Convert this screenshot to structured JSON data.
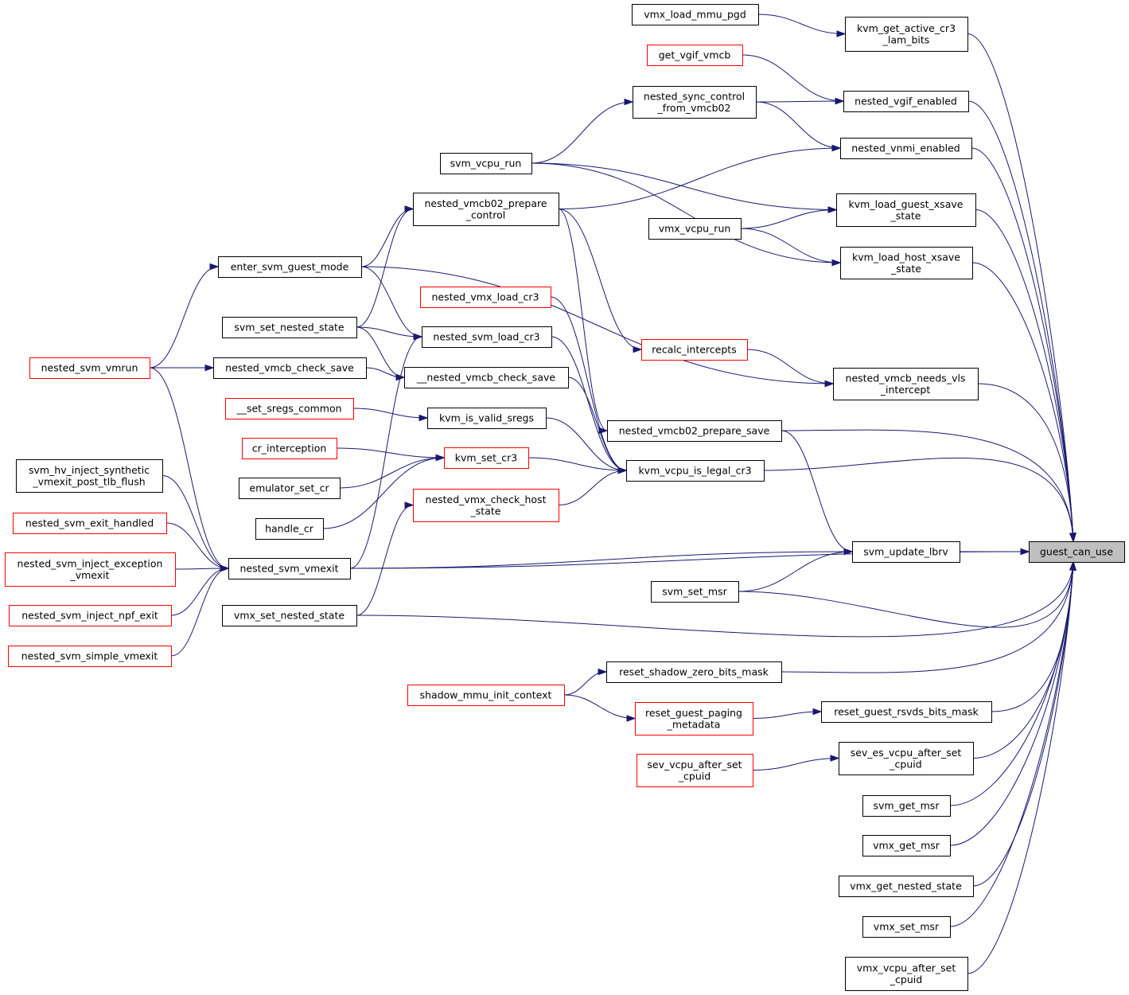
{
  "colors": {
    "edge": "#191970",
    "node_border": "#000000",
    "node_border_truncated": "#ff0000",
    "target_fill": "#bfbfbf",
    "node_fill": "#ffffff"
  },
  "nodes": [
    {
      "id": "guest_can_use",
      "lines": [
        "guest_can_use"
      ],
      "target": true
    },
    {
      "id": "kvm_get_active_cr3_lam_bits",
      "lines": [
        "kvm_get_active_cr3",
        "_lam_bits"
      ]
    },
    {
      "id": "vmx_load_mmu_pgd",
      "lines": [
        "vmx_load_mmu_pgd"
      ]
    },
    {
      "id": "nested_vgif_enabled",
      "lines": [
        "nested_vgif_enabled"
      ]
    },
    {
      "id": "get_vgif_vmcb",
      "lines": [
        "get_vgif_vmcb"
      ],
      "truncated": true
    },
    {
      "id": "nested_sync_control_from_vmcb02",
      "lines": [
        "nested_sync_control",
        "_from_vmcb02"
      ]
    },
    {
      "id": "svm_vcpu_run",
      "lines": [
        "svm_vcpu_run"
      ]
    },
    {
      "id": "nested_vnmi_enabled",
      "lines": [
        "nested_vnmi_enabled"
      ]
    },
    {
      "id": "nested_vmcb02_prepare_control",
      "lines": [
        "nested_vmcb02_prepare",
        "_control"
      ]
    },
    {
      "id": "enter_svm_guest_mode",
      "lines": [
        "enter_svm_guest_mode"
      ]
    },
    {
      "id": "nested_svm_vmrun",
      "lines": [
        "nested_svm_vmrun"
      ],
      "truncated": true
    },
    {
      "id": "svm_set_nested_state",
      "lines": [
        "svm_set_nested_state"
      ]
    },
    {
      "id": "kvm_load_guest_xsave_state",
      "lines": [
        "kvm_load_guest_xsave",
        "_state"
      ]
    },
    {
      "id": "vmx_vcpu_run",
      "lines": [
        "vmx_vcpu_run"
      ]
    },
    {
      "id": "kvm_load_host_xsave_state",
      "lines": [
        "kvm_load_host_xsave",
        "_state"
      ]
    },
    {
      "id": "nested_vmcb_needs_vls_intercept",
      "lines": [
        "nested_vmcb_needs_vls",
        "_intercept"
      ]
    },
    {
      "id": "recalc_intercepts",
      "lines": [
        "recalc_intercepts"
      ],
      "truncated": true
    },
    {
      "id": "nested_vmcb02_prepare_save",
      "lines": [
        "nested_vmcb02_prepare_save"
      ]
    },
    {
      "id": "nested_svm_load_cr3",
      "lines": [
        "nested_svm_load_cr3"
      ]
    },
    {
      "id": "nested_vmx_load_cr3",
      "lines": [
        "nested_vmx_load_cr3"
      ],
      "truncated": true
    },
    {
      "id": "nested_vmcb_check_save_pub",
      "lines": [
        "nested_vmcb_check_save"
      ]
    },
    {
      "id": "nested_vmcb_check_save_priv",
      "lines": [
        "__nested_vmcb_check_save"
      ]
    },
    {
      "id": "kvm_is_valid_sregs",
      "lines": [
        "kvm_is_valid_sregs"
      ]
    },
    {
      "id": "set_sregs_common",
      "lines": [
        "__set_sregs_common"
      ],
      "truncated": true
    },
    {
      "id": "kvm_vcpu_is_legal_cr3",
      "lines": [
        "kvm_vcpu_is_legal_cr3"
      ]
    },
    {
      "id": "kvm_set_cr3",
      "lines": [
        "kvm_set_cr3"
      ],
      "truncated": true
    },
    {
      "id": "cr_interception",
      "lines": [
        "cr_interception"
      ],
      "truncated": true
    },
    {
      "id": "emulator_set_cr",
      "lines": [
        "emulator_set_cr"
      ]
    },
    {
      "id": "handle_cr",
      "lines": [
        "handle_cr"
      ]
    },
    {
      "id": "nested_vmx_check_host_state",
      "lines": [
        "nested_vmx_check_host",
        "_state"
      ],
      "truncated": true
    },
    {
      "id": "svm_update_lbrv",
      "lines": [
        "svm_update_lbrv"
      ]
    },
    {
      "id": "nested_svm_vmexit",
      "lines": [
        "nested_svm_vmexit"
      ]
    },
    {
      "id": "svm_hv_inject_synthetic_vmexit_post_tlb_flush",
      "lines": [
        "svm_hv_inject_synthetic",
        "_vmexit_post_tlb_flush"
      ]
    },
    {
      "id": "nested_svm_exit_handled",
      "lines": [
        "nested_svm_exit_handled"
      ],
      "truncated": true
    },
    {
      "id": "nested_svm_inject_exception_vmexit",
      "lines": [
        "nested_svm_inject_exception",
        "_vmexit"
      ],
      "truncated": true
    },
    {
      "id": "nested_svm_inject_npf_exit",
      "lines": [
        "nested_svm_inject_npf_exit"
      ],
      "truncated": true
    },
    {
      "id": "nested_svm_simple_vmexit",
      "lines": [
        "nested_svm_simple_vmexit"
      ],
      "truncated": true
    },
    {
      "id": "svm_set_msr",
      "lines": [
        "svm_set_msr"
      ]
    },
    {
      "id": "vmx_set_nested_state",
      "lines": [
        "vmx_set_nested_state"
      ]
    },
    {
      "id": "reset_shadow_zero_bits_mask",
      "lines": [
        "reset_shadow_zero_bits_mask"
      ]
    },
    {
      "id": "shadow_mmu_init_context",
      "lines": [
        "shadow_mmu_init_context"
      ],
      "truncated": true
    },
    {
      "id": "reset_guest_rsvds_bits_mask",
      "lines": [
        "reset_guest_rsvds_bits_mask"
      ]
    },
    {
      "id": "reset_guest_paging_metadata",
      "lines": [
        "reset_guest_paging",
        "_metadata"
      ],
      "truncated": true
    },
    {
      "id": "sev_es_vcpu_after_set_cpuid",
      "lines": [
        "sev_es_vcpu_after_set",
        "_cpuid"
      ]
    },
    {
      "id": "sev_vcpu_after_set_cpuid",
      "lines": [
        "sev_vcpu_after_set",
        "_cpuid"
      ],
      "truncated": true
    },
    {
      "id": "svm_get_msr",
      "lines": [
        "svm_get_msr"
      ]
    },
    {
      "id": "vmx_get_msr",
      "lines": [
        "vmx_get_msr"
      ]
    },
    {
      "id": "vmx_get_nested_state",
      "lines": [
        "vmx_get_nested_state"
      ]
    },
    {
      "id": "vmx_set_msr",
      "lines": [
        "vmx_set_msr"
      ]
    },
    {
      "id": "vmx_vcpu_after_set_cpuid",
      "lines": [
        "vmx_vcpu_after_set",
        "_cpuid"
      ]
    }
  ],
  "edges": [
    {
      "from": "kvm_get_active_cr3_lam_bits",
      "to": "guest_can_use"
    },
    {
      "from": "vmx_load_mmu_pgd",
      "to": "kvm_get_active_cr3_lam_bits"
    },
    {
      "from": "nested_vgif_enabled",
      "to": "guest_can_use"
    },
    {
      "from": "get_vgif_vmcb",
      "to": "nested_vgif_enabled"
    },
    {
      "from": "nested_sync_control_from_vmcb02",
      "to": "nested_vgif_enabled"
    },
    {
      "from": "nested_sync_control_from_vmcb02",
      "to": "nested_vnmi_enabled"
    },
    {
      "from": "svm_vcpu_run",
      "to": "nested_sync_control_from_vmcb02"
    },
    {
      "from": "nested_vnmi_enabled",
      "to": "guest_can_use"
    },
    {
      "from": "nested_vmcb02_prepare_control",
      "to": "nested_vnmi_enabled"
    },
    {
      "from": "enter_svm_guest_mode",
      "to": "nested_vmcb02_prepare_control"
    },
    {
      "from": "nested_svm_vmrun",
      "to": "enter_svm_guest_mode"
    },
    {
      "from": "svm_set_nested_state",
      "to": "nested_vmcb02_prepare_control"
    },
    {
      "from": "kvm_load_guest_xsave_state",
      "to": "guest_can_use"
    },
    {
      "from": "svm_vcpu_run",
      "to": "kvm_load_guest_xsave_state"
    },
    {
      "from": "vmx_vcpu_run",
      "to": "kvm_load_guest_xsave_state"
    },
    {
      "from": "kvm_load_host_xsave_state",
      "to": "guest_can_use"
    },
    {
      "from": "svm_vcpu_run",
      "to": "kvm_load_host_xsave_state"
    },
    {
      "from": "vmx_vcpu_run",
      "to": "kvm_load_host_xsave_state"
    },
    {
      "from": "nested_vmcb_needs_vls_intercept",
      "to": "guest_can_use"
    },
    {
      "from": "recalc_intercepts",
      "to": "nested_vmcb_needs_vls_intercept"
    },
    {
      "from": "nested_vmcb02_prepare_control",
      "to": "recalc_intercepts"
    },
    {
      "from": "enter_svm_guest_mode",
      "to": "nested_vmcb_needs_vls_intercept"
    },
    {
      "from": "nested_vmcb02_prepare_save",
      "to": "guest_can_use"
    },
    {
      "from": "nested_vmcb02_prepare_control",
      "to": "nested_vmcb02_prepare_save"
    },
    {
      "from": "nested_vmcb02_prepare_save",
      "to": "svm_update_lbrv"
    },
    {
      "from": "enter_svm_guest_mode",
      "to": "nested_svm_load_cr3"
    },
    {
      "from": "svm_set_nested_state",
      "to": "nested_svm_load_cr3"
    },
    {
      "from": "nested_svm_vmexit",
      "to": "nested_svm_load_cr3"
    },
    {
      "from": "nested_svm_load_cr3",
      "to": "kvm_vcpu_is_legal_cr3"
    },
    {
      "from": "nested_vmx_load_cr3",
      "to": "kvm_vcpu_is_legal_cr3"
    },
    {
      "from": "nested_svm_vmrun",
      "to": "nested_vmcb_check_save_pub"
    },
    {
      "from": "nested_vmcb_check_save_pub",
      "to": "nested_vmcb_check_save_priv"
    },
    {
      "from": "svm_set_nested_state",
      "to": "nested_vmcb_check_save_priv"
    },
    {
      "from": "nested_vmcb_check_save_priv",
      "to": "kvm_vcpu_is_legal_cr3"
    },
    {
      "from": "set_sregs_common",
      "to": "kvm_is_valid_sregs"
    },
    {
      "from": "kvm_is_valid_sregs",
      "to": "kvm_vcpu_is_legal_cr3"
    },
    {
      "from": "cr_interception",
      "to": "kvm_set_cr3"
    },
    {
      "from": "emulator_set_cr",
      "to": "kvm_set_cr3"
    },
    {
      "from": "handle_cr",
      "to": "kvm_set_cr3"
    },
    {
      "from": "kvm_set_cr3",
      "to": "kvm_vcpu_is_legal_cr3"
    },
    {
      "from": "nested_vmx_check_host_state",
      "to": "kvm_vcpu_is_legal_cr3"
    },
    {
      "from": "vmx_set_nested_state",
      "to": "nested_vmx_check_host_state"
    },
    {
      "from": "kvm_vcpu_is_legal_cr3",
      "to": "guest_can_use"
    },
    {
      "from": "nested_svm_vmrun",
      "to": "nested_svm_vmexit"
    },
    {
      "from": "svm_hv_inject_synthetic_vmexit_post_tlb_flush",
      "to": "nested_svm_vmexit"
    },
    {
      "from": "nested_svm_exit_handled",
      "to": "nested_svm_vmexit"
    },
    {
      "from": "nested_svm_inject_exception_vmexit",
      "to": "nested_svm_vmexit"
    },
    {
      "from": "nested_svm_inject_npf_exit",
      "to": "nested_svm_vmexit"
    },
    {
      "from": "nested_svm_simple_vmexit",
      "to": "nested_svm_vmexit"
    },
    {
      "from": "nested_svm_vmexit",
      "to": "svm_update_lbrv"
    },
    {
      "from": "nested_svm_vmexit",
      "to": "guest_can_use"
    },
    {
      "from": "svm_set_msr",
      "to": "svm_update_lbrv"
    },
    {
      "from": "svm_update_lbrv",
      "to": "guest_can_use"
    },
    {
      "from": "svm_set_msr",
      "to": "guest_can_use"
    },
    {
      "from": "vmx_set_nested_state",
      "to": "guest_can_use"
    },
    {
      "from": "reset_shadow_zero_bits_mask",
      "to": "guest_can_use"
    },
    {
      "from": "shadow_mmu_init_context",
      "to": "reset_shadow_zero_bits_mask"
    },
    {
      "from": "shadow_mmu_init_context",
      "to": "reset_guest_paging_metadata"
    },
    {
      "from": "reset_guest_rsvds_bits_mask",
      "to": "guest_can_use"
    },
    {
      "from": "reset_guest_paging_metadata",
      "to": "reset_guest_rsvds_bits_mask"
    },
    {
      "from": "sev_es_vcpu_after_set_cpuid",
      "to": "guest_can_use"
    },
    {
      "from": "sev_vcpu_after_set_cpuid",
      "to": "sev_es_vcpu_after_set_cpuid"
    },
    {
      "from": "svm_get_msr",
      "to": "guest_can_use"
    },
    {
      "from": "vmx_get_msr",
      "to": "guest_can_use"
    },
    {
      "from": "vmx_get_nested_state",
      "to": "guest_can_use"
    },
    {
      "from": "vmx_set_msr",
      "to": "guest_can_use"
    },
    {
      "from": "vmx_vcpu_after_set_cpuid",
      "to": "guest_can_use"
    }
  ]
}
